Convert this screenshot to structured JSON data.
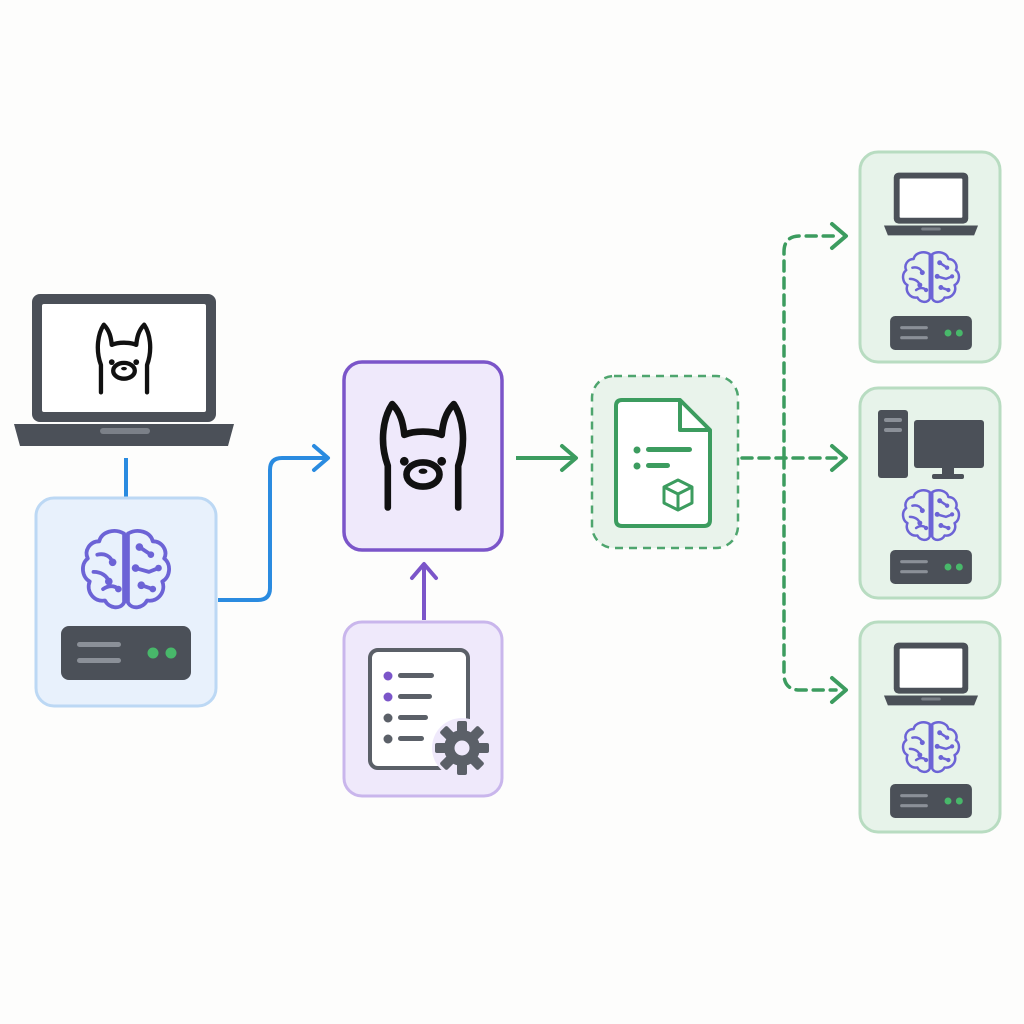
{
  "colors": {
    "background": "#fdfdfc",
    "device_dark": "#4b5058",
    "screen_light": "#ffffff",
    "blue_accent": "#2a8be0",
    "blue_panel_fill": "#e8f1fc",
    "blue_panel_border": "#bcd8f4",
    "purple_accent": "#7b55c9",
    "purple_panel_fill": "#efe9fb",
    "purple_panel_border": "#c9b6ec",
    "brain_purple": "#6c63d6",
    "green_accent": "#3c9c5f",
    "green_panel_fill": "#e7f3ea",
    "green_panel_border": "#b8dcc1",
    "led_green": "#48b86a",
    "llama_outline": "#111111"
  },
  "nodes": {
    "source_laptop": {
      "icon": "laptop-llama-icon"
    },
    "source_model_host": {
      "icons": [
        "brain-icon",
        "server-icon"
      ]
    },
    "llama_runtime": {
      "icon": "llama-icon"
    },
    "config_file": {
      "icons": [
        "list-document-icon",
        "gear-icon"
      ]
    },
    "model_package": {
      "icons": [
        "document-icon",
        "cube-icon"
      ],
      "style": "dashed"
    },
    "targets": [
      {
        "icons": [
          "laptop-icon",
          "brain-icon",
          "server-icon"
        ]
      },
      {
        "icons": [
          "desktop-tower-icon",
          "monitor-icon",
          "brain-icon",
          "server-icon"
        ]
      },
      {
        "icons": [
          "laptop-icon",
          "brain-icon",
          "server-icon"
        ]
      }
    ]
  },
  "edges": [
    {
      "from": "source_model_host",
      "to": "llama_runtime",
      "style": "solid",
      "color": "blue"
    },
    {
      "from": "config_file",
      "to": "llama_runtime",
      "style": "solid",
      "color": "purple"
    },
    {
      "from": "llama_runtime",
      "to": "model_package",
      "style": "solid",
      "color": "green"
    },
    {
      "from": "model_package",
      "to": "targets",
      "style": "dashed",
      "color": "green"
    }
  ]
}
